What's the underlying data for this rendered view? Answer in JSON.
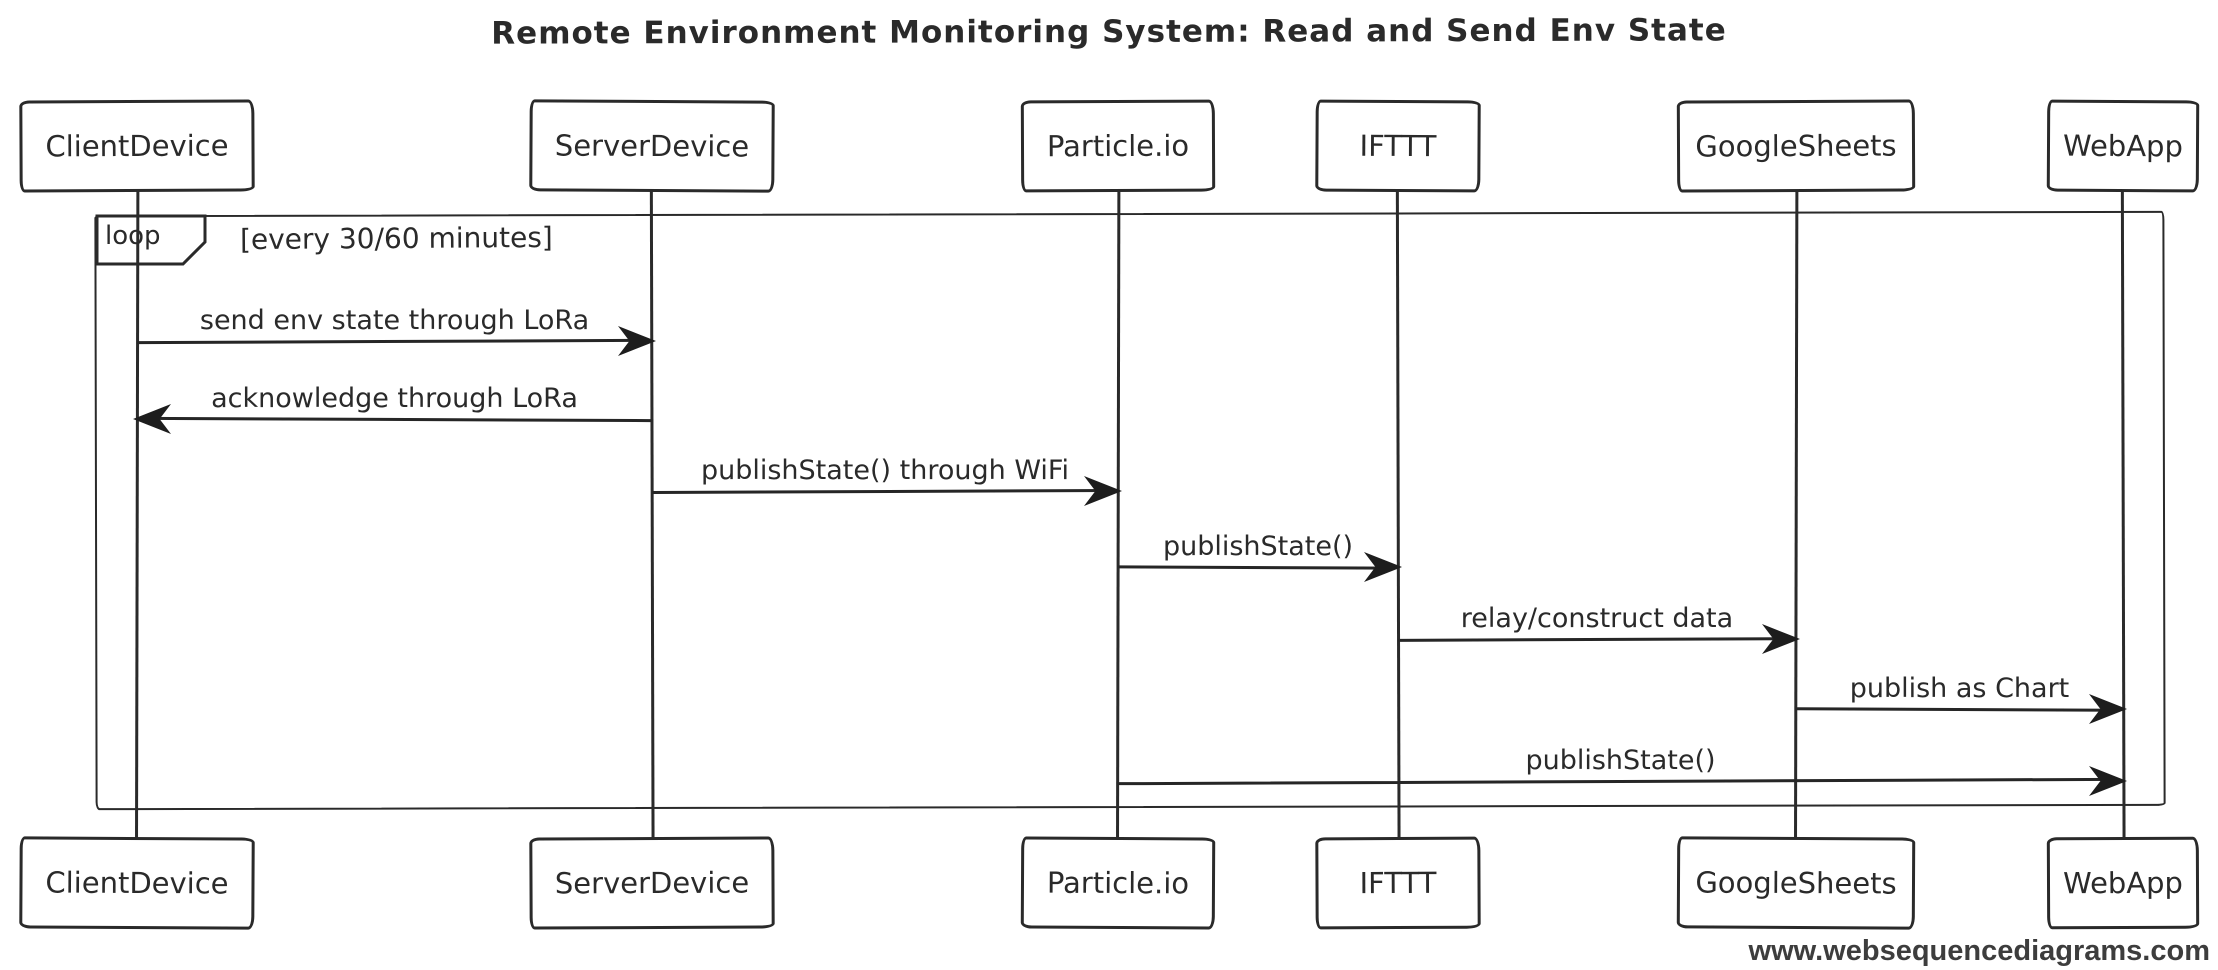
{
  "diagram": {
    "type": "sequence-diagram",
    "title": "Remote Environment Monitoring System: Read and Send Env State",
    "participants": [
      {
        "name": "ClientDevice"
      },
      {
        "name": "ServerDevice"
      },
      {
        "name": "Particle.io"
      },
      {
        "name": "IFTTT"
      },
      {
        "name": "GoogleSheets"
      },
      {
        "name": "WebApp"
      }
    ],
    "fragment": {
      "operator": "loop",
      "guard": "[every 30/60 minutes]"
    },
    "messages": [
      {
        "from": "ClientDevice",
        "to": "ServerDevice",
        "label": "send env state through LoRa",
        "direction": "right"
      },
      {
        "from": "ServerDevice",
        "to": "ClientDevice",
        "label": "acknowledge through LoRa",
        "direction": "left"
      },
      {
        "from": "ServerDevice",
        "to": "Particle.io",
        "label": "publishState() through WiFi",
        "direction": "right"
      },
      {
        "from": "Particle.io",
        "to": "IFTTT",
        "label": "publishState()",
        "direction": "right"
      },
      {
        "from": "IFTTT",
        "to": "GoogleSheets",
        "label": "relay/construct data",
        "direction": "right"
      },
      {
        "from": "GoogleSheets",
        "to": "WebApp",
        "label": "publish as Chart",
        "direction": "right"
      },
      {
        "from": "Particle.io",
        "to": "WebApp",
        "label": "publishState()",
        "direction": "right"
      }
    ],
    "footer": {
      "watermark": "www.websequencediagrams.com"
    },
    "colors": {
      "stroke": "#2a2a2a",
      "background": "#ffffff",
      "watermark": "#3d3d3d"
    }
  }
}
